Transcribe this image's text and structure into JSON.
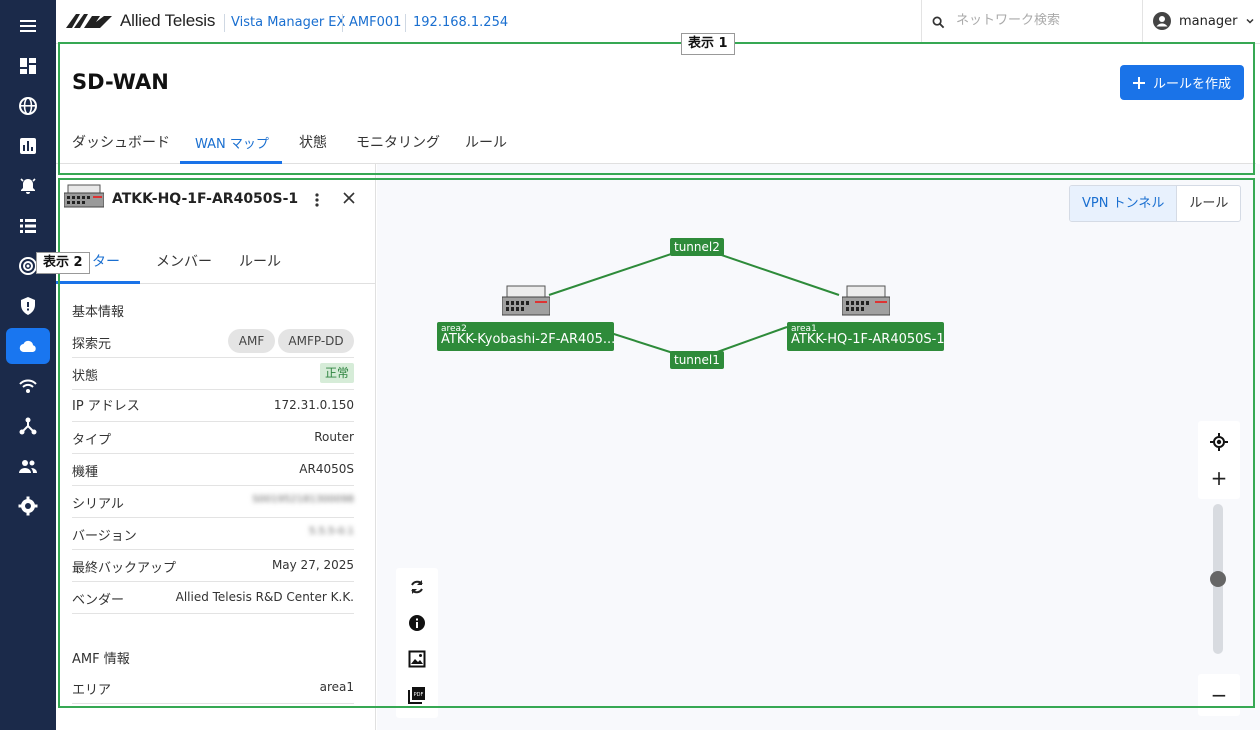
{
  "app": {
    "brand": "Allied Telesis",
    "breadcrumbs": [
      "Vista Manager EX",
      "AMF001",
      "192.168.1.254"
    ],
    "search": {
      "placeholder": "ネットワーク検索",
      "value": ""
    },
    "user": "manager"
  },
  "nav": {
    "icons": [
      "menu-icon",
      "dashboard-icon",
      "globe-icon",
      "chart-icon",
      "alarm-icon",
      "list-icon",
      "radar-icon",
      "shield-icon",
      "cloud-icon",
      "wifi-icon",
      "network-icon",
      "people-icon",
      "gear-icon"
    ],
    "active": "cloud-icon"
  },
  "page": {
    "title": "SD-WAN",
    "create_button": "ルールを作成",
    "tabs": [
      "ダッシュボード",
      "WAN マップ",
      "状態",
      "モニタリング",
      "ルール"
    ],
    "active_tab": "WAN マップ"
  },
  "panel": {
    "device_name": "ATKK-HQ-1F-AR4050S-1",
    "tabs": [
      "ター",
      "メンバー",
      "ルール"
    ],
    "basic_title": "基本情報",
    "discovery_label": "探索元",
    "discovery_chips": [
      "AMF",
      "AMFP-DD"
    ],
    "rows": [
      {
        "label": "状態",
        "value": "正常"
      },
      {
        "label": "IP アドレス",
        "value": "172.31.0.150"
      },
      {
        "label": "タイプ",
        "value": "Router"
      },
      {
        "label": "機種",
        "value": "AR4050S"
      },
      {
        "label": "シリアル",
        "value": "S001952181300098"
      },
      {
        "label": "バージョン",
        "value": "5.5.5-0.1"
      },
      {
        "label": "最終バックアップ",
        "value": "May 27, 2025"
      },
      {
        "label": "ベンダー",
        "value": "Allied Telesis R&D Center K.K."
      }
    ],
    "amf_title": "AMF 情報",
    "amf_rows": [
      {
        "label": "エリア",
        "value": "area1"
      }
    ]
  },
  "map": {
    "toggle": [
      "VPN トンネル",
      "ルール"
    ],
    "active_toggle": "VPN トンネル",
    "nodes": [
      {
        "area": "area2",
        "name": "ATKK-Kyobashi-2F-AR405..."
      },
      {
        "area": "area1",
        "name": "ATKK-HQ-1F-AR4050S-1"
      }
    ],
    "tunnels": [
      "tunnel2",
      "tunnel1"
    ],
    "tools": [
      "refresh-icon",
      "info-icon",
      "image-export-icon",
      "pdf-export-icon"
    ],
    "zoom_in": "+",
    "zoom_out": "−",
    "zoom_level": 0.5
  },
  "callouts": [
    "表示 1",
    "表示 2"
  ],
  "colors": {
    "accent": "#1a73e8",
    "nav_bg": "#1b2a4a",
    "node_green": "#2e8b3a",
    "callout_green": "#36a853"
  }
}
